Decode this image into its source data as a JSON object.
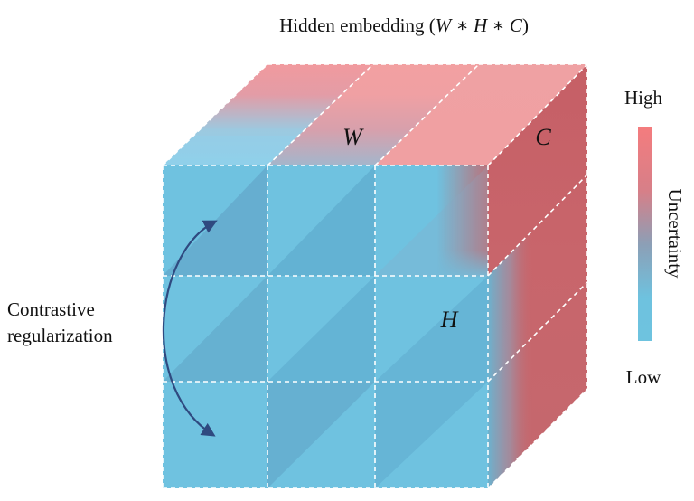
{
  "title": {
    "prefix": "Hidden embedding (",
    "w": "W",
    "op1": " ∗ ",
    "h": "H",
    "op2": " ∗ ",
    "c": "C",
    "suffix": ")"
  },
  "axis_labels": {
    "w": "W",
    "c": "C",
    "h": "H"
  },
  "side_label": {
    "line1": "Contrastive",
    "line2": "regularization"
  },
  "colorbar": {
    "high": "High",
    "low": "Low",
    "title": "Uncertainty",
    "colors": {
      "high": "#f17f7f",
      "mid": "#9a8f9d",
      "low": "#6ec3df"
    }
  },
  "colors": {
    "blue": "#72c4e2",
    "blue_dark": "#5aaed0",
    "pink": "#f0a0a2",
    "red_side": "#c96268",
    "arrow": "#2f4a80"
  }
}
